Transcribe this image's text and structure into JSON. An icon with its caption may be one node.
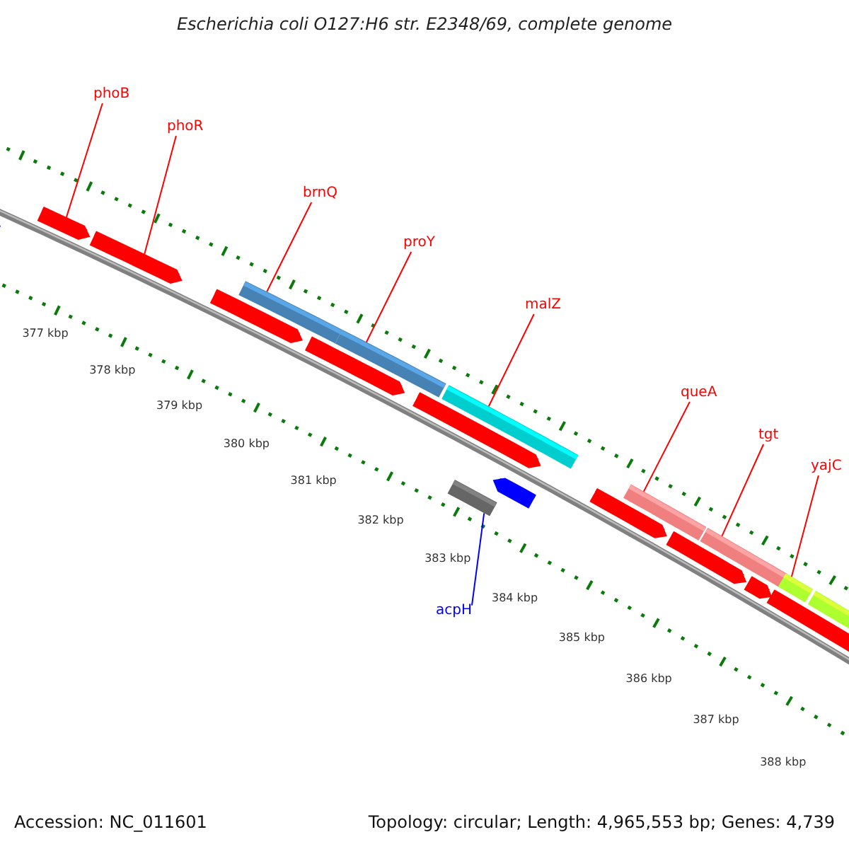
{
  "diagram": {
    "title": "Escherichia coli O127:H6 str. E2348/69, complete genome",
    "nodes": [
      {
        "text": [
          "phoB"
        ]
      },
      {
        "text": [
          "phoR"
        ]
      },
      {
        "text": [
          "brnQ"
        ]
      },
      {
        "text": [
          "proY"
        ]
      },
      {
        "text": [
          "malZ"
        ]
      },
      {
        "text": [
          "queA"
        ]
      },
      {
        "text": [
          "tgt"
        ]
      },
      {
        "text": [
          "yajC"
        ]
      },
      {
        "text": [
          "acpH"
        ]
      },
      {
        "text": [],
        "shape": "pentagon"
      },
      {
        "text": [],
        "shape": "pentagon"
      },
      {
        "text": [],
        "shape": "pentagon"
      },
      {
        "text": [],
        "shape": "pentagon"
      },
      {
        "text": [],
        "shape": "bar"
      },
      {
        "text": [],
        "shape": "pentagon"
      },
      {
        "text": [],
        "shape": "bar"
      },
      {
        "text": [],
        "shape": "pentagon"
      },
      {
        "text": [],
        "shape": "bar"
      },
      {
        "text": [],
        "shape": "bar"
      },
      {
        "text": [],
        "shape": "pentagon"
      },
      {
        "text": [],
        "shape": "pentagon"
      },
      {
        "text": [],
        "shape": "bar"
      },
      {
        "text": [],
        "shape": "pentagon"
      },
      {
        "text": [],
        "shape": "bar"
      },
      {
        "text": [],
        "shape": "pentagon"
      },
      {
        "text": [],
        "shape": "pentagon"
      },
      {
        "text": [],
        "shape": "bar"
      },
      {
        "text": [],
        "shape": "bar"
      }
    ],
    "edges": [
      {
        "from": 0,
        "to": 10,
        "arrow": "none"
      },
      {
        "from": 1,
        "to": 11,
        "arrow": "none"
      },
      {
        "from": 2,
        "to": 13,
        "arrow": "none"
      },
      {
        "from": 3,
        "to": 15,
        "arrow": "none"
      },
      {
        "from": 4,
        "to": 17,
        "arrow": "none"
      },
      {
        "from": 5,
        "to": 21,
        "arrow": "none"
      },
      {
        "from": 6,
        "to": 23,
        "arrow": "none"
      },
      {
        "from": 7,
        "to": 26,
        "arrow": "none"
      },
      {
        "from": 8,
        "to": 18,
        "arrow": "none",
        "color": "#0000ff"
      }
    ],
    "labels": [
      "377 kbp",
      "378 kbp",
      "379 kbp",
      "380 kbp",
      "381 kbp",
      "382 kbp",
      "383 kbp",
      "384 kbp",
      "385 kbp",
      "386 kbp",
      "387 kbp",
      "388 kbp",
      "Accession: NC_011601",
      "Topology: circular; Length: 4,965,553 bp; Genes: 4,739"
    ]
  }
}
